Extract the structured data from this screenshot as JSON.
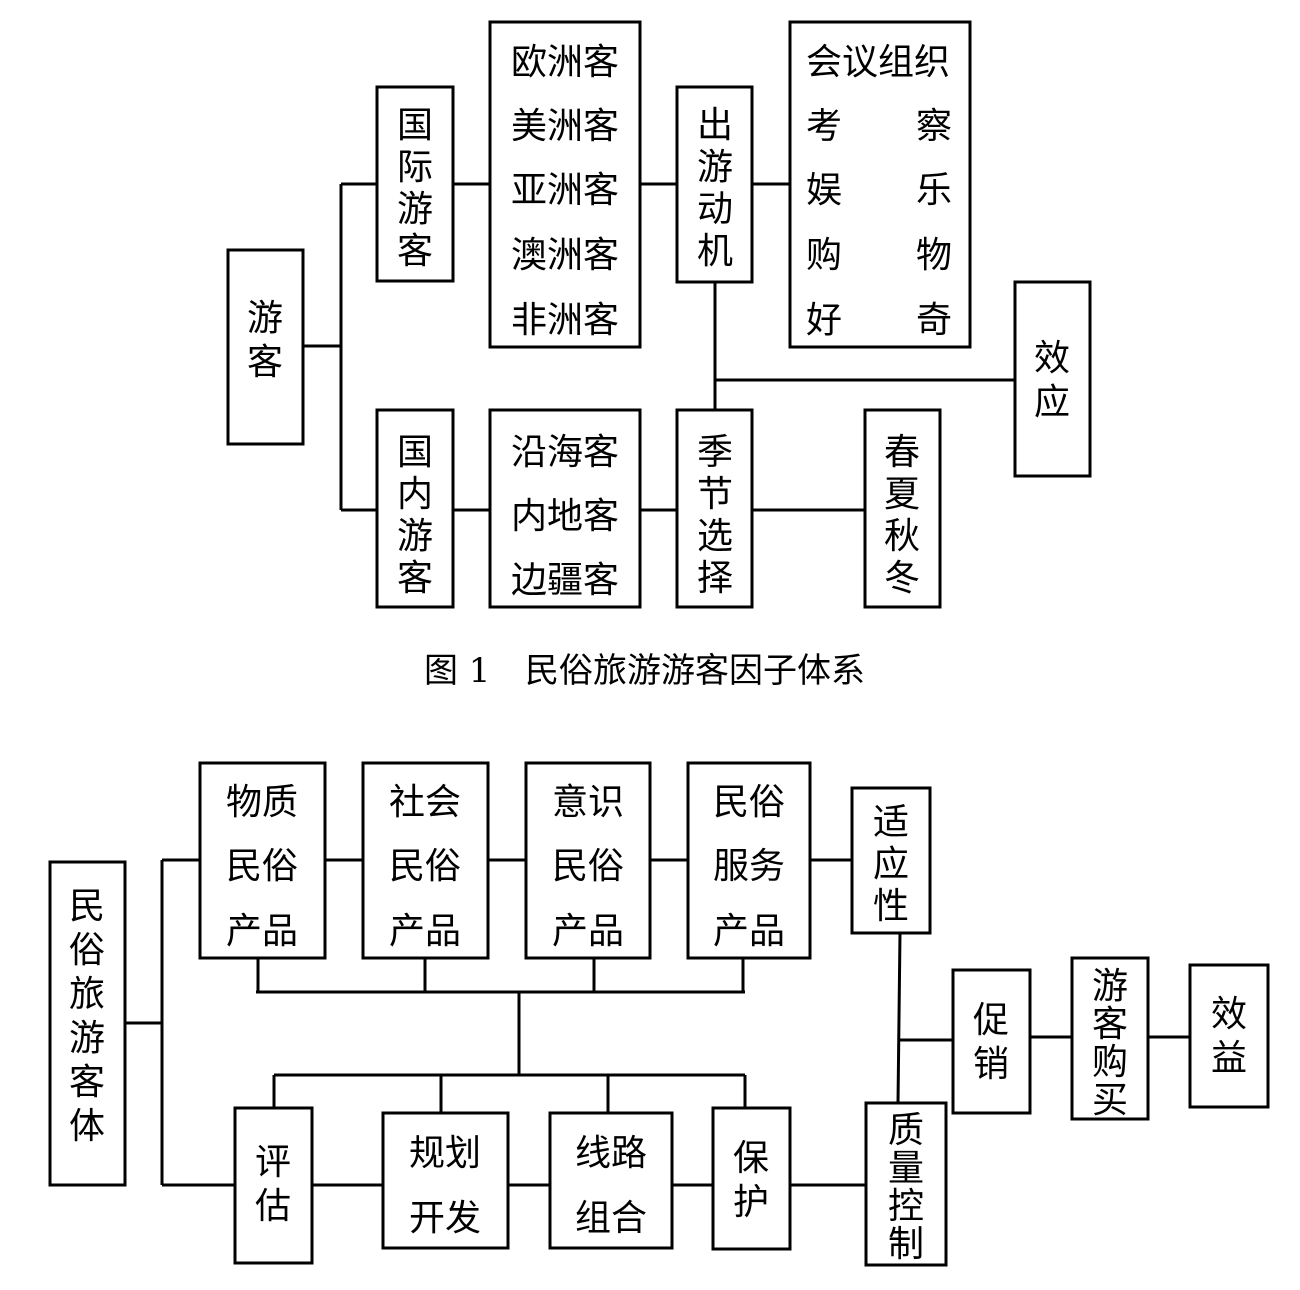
{
  "figure1": {
    "caption_number": "图 1",
    "caption_title": "民俗旅游游客因子体系",
    "root": "游客",
    "international": "国际游客",
    "domestic": "国内游客",
    "intl_regions": [
      "欧洲客",
      "美洲客",
      "亚洲客",
      "澳洲客",
      "非洲客"
    ],
    "dom_regions": [
      "沿海客",
      "内地客",
      "边疆客"
    ],
    "motivation": "出游动机",
    "motives": [
      {
        "a": "会议组织",
        "b": ""
      },
      {
        "a": "考",
        "b": "察"
      },
      {
        "a": "娱",
        "b": "乐"
      },
      {
        "a": "购",
        "b": "物"
      },
      {
        "a": "好",
        "b": "奇"
      }
    ],
    "season_choice": "季节选择",
    "seasons": "春夏秋冬",
    "effect": "效应"
  },
  "figure2": {
    "root": "民俗旅游客体",
    "products": [
      {
        "l1": "物质",
        "l2": "民俗",
        "l3": "产品"
      },
      {
        "l1": "社会",
        "l2": "民俗",
        "l3": "产品"
      },
      {
        "l1": "意识",
        "l2": "民俗",
        "l3": "产品"
      },
      {
        "l1": "民俗",
        "l2": "服务",
        "l3": "产品"
      }
    ],
    "adaptability": "适应性",
    "evaluate": "评估",
    "planning": {
      "l1": "规划",
      "l2": "开发"
    },
    "route": {
      "l1": "线路",
      "l2": "组合"
    },
    "protect": "保护",
    "quality": "质量控制",
    "promotion": "促销",
    "purchase": "游客购买",
    "benefit": "效益"
  }
}
